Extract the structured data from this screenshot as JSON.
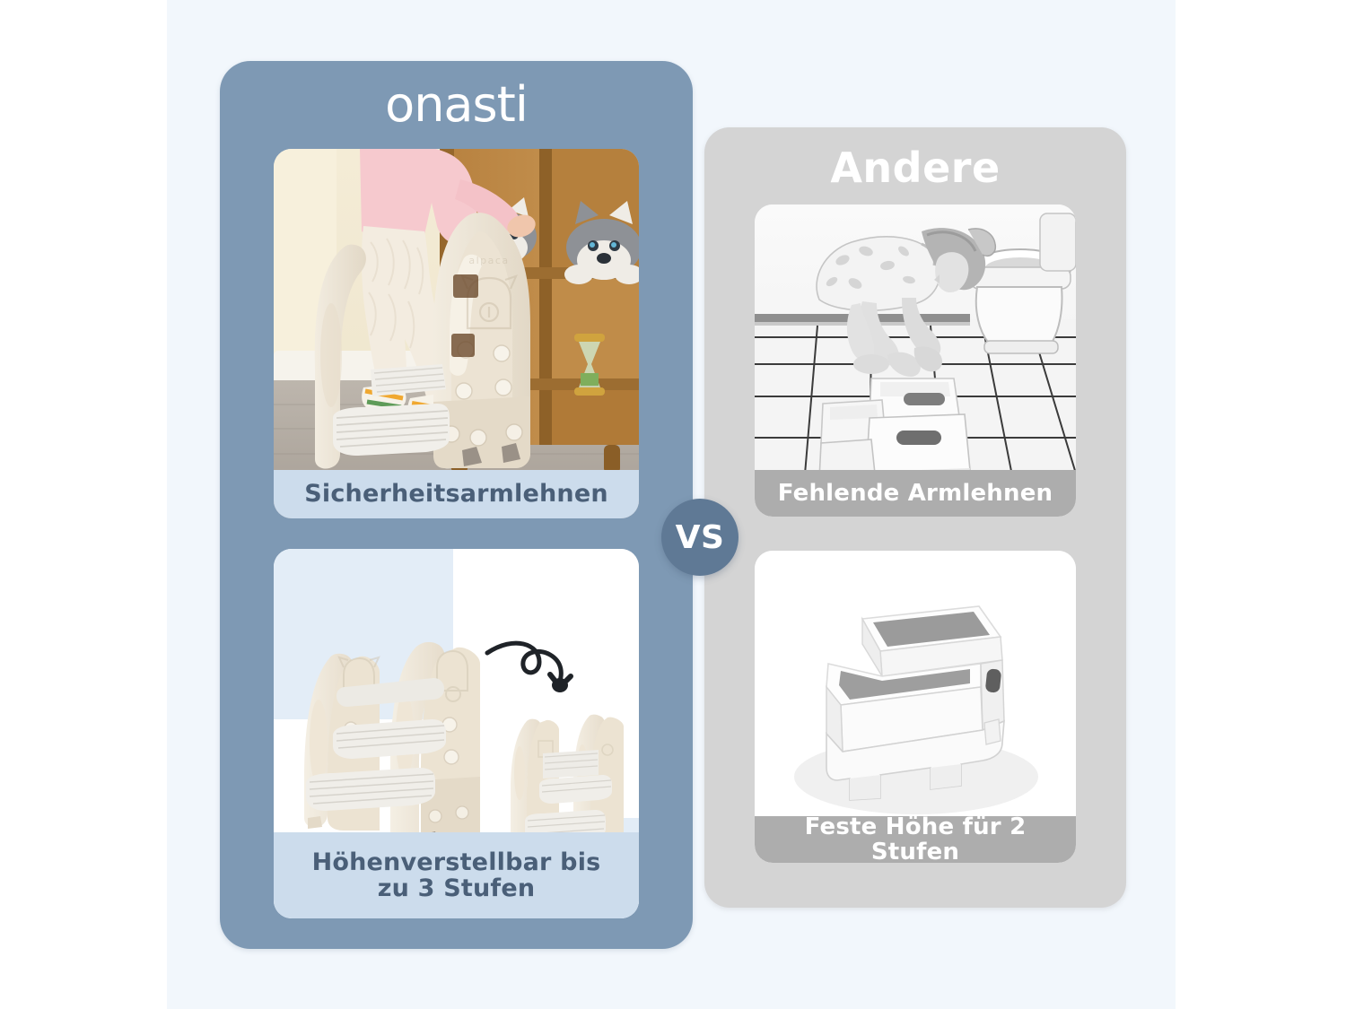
{
  "background": {
    "canvas_color": "#ffffff",
    "inner_color": "#f2f7fc"
  },
  "vs_badge": {
    "label": "VS",
    "color": "#5f7995",
    "text_color": "#ffffff"
  },
  "brand_panel": {
    "logo": "onasti",
    "panel_color": "#7e99b4",
    "cards": [
      {
        "id": "card-tl",
        "caption": "Sicherheitsarmlehnen",
        "caption_bar_color": "#ccdcec",
        "caption_text_color": "#4a5f78",
        "image_alt": "Kleinkind in rosa Oberteil steht auf cremefarbenem Tritthocker mit Sicherheitsarmlehnen vor einem Holzregal mit Husky-Pluschtieren und Sanduhr"
      },
      {
        "id": "card-bl",
        "caption": "Höhenverstellbar bis zu 3 Stufen",
        "caption_line_1": "Höhenverstellbar bis",
        "caption_line_2": "zu 3 Stufen",
        "caption_bar_color": "#ccdcec",
        "caption_text_color": "#4a5f78",
        "image_alt": "Zwei cremefarbene Tritthocker in hoher und niedriger Einstellung mit geschwungenem schwarzem Pfeil"
      }
    ]
  },
  "other_panel": {
    "title": "Andere",
    "panel_color": "#d4d4d4",
    "title_color": "#ffffff",
    "cards": [
      {
        "id": "card-tr",
        "caption": "Fehlende Armlehnen",
        "caption_bar_color": "#adadad",
        "caption_text_color": "#ffffff",
        "image_alt": "Graustufenfoto: Mädchen kauert auf einem zweistufigen Tritthocker im gefliesten Badezimmer neben einer Toilette"
      },
      {
        "id": "card-br",
        "caption": "Feste Höhe für 2 Stufen",
        "caption_bar_color": "#adadad",
        "caption_text_color": "#ffffff",
        "image_alt": "Weißer zweistufiger Tritthocker mit grauen Antirutsch-Trittflächen auf weißem Hintergrund"
      }
    ]
  }
}
